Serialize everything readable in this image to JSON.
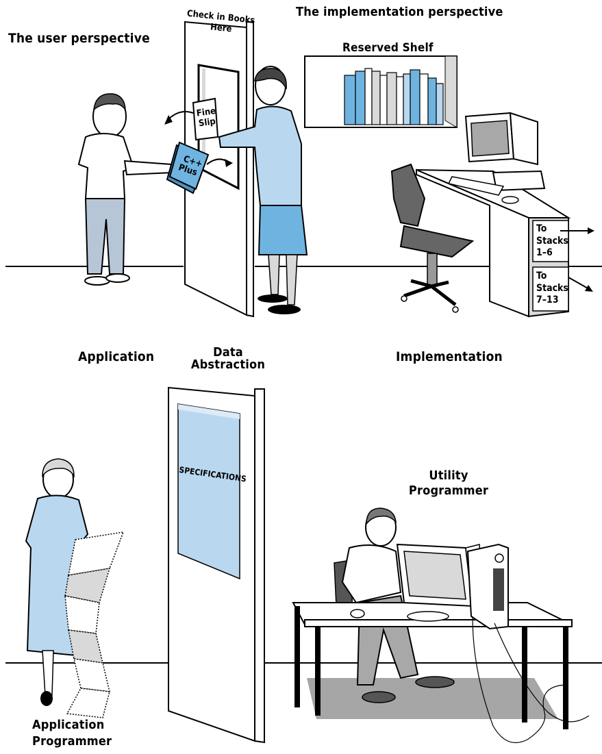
{
  "top_panel": {
    "user_perspective_label": "The user perspective",
    "implementation_perspective_label": "The implementation perspective",
    "door_sign": [
      "Check in Books",
      "Here"
    ],
    "fine_slip": [
      "Fine",
      "Slip"
    ],
    "book_title": [
      "C++",
      "Plus"
    ],
    "shelf_label": "Reserved Shelf",
    "sign_top": [
      "To",
      "Stacks",
      "1–6"
    ],
    "sign_bottom": [
      "To",
      "Stacks",
      "7–13"
    ]
  },
  "bottom_panel": {
    "application_label": "Application",
    "data_abstraction_label": [
      "Data",
      "Abstraction"
    ],
    "implementation_label": "Implementation",
    "specifications_label": "SPECIFICATIONS",
    "utility_programmer_label": [
      "Utility",
      "Programmer"
    ],
    "application_programmer_label": [
      "Application",
      "Programmer"
    ]
  },
  "colors": {
    "accent_blue": "#b9d8f0",
    "book_blue": "#6fb4e0",
    "gray_light": "#d9d9d9",
    "gray_mid": "#a8a8a8",
    "floor_shadow": "#a6a6a6"
  }
}
